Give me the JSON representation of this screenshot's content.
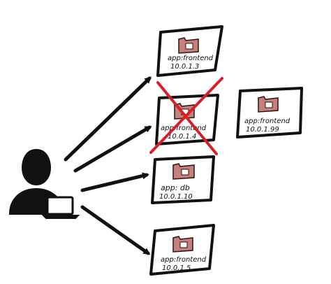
{
  "colors": {
    "ink": "#111111",
    "folder_fill": "#c77f7b",
    "folder_stroke": "#2b1414",
    "cross": "#d81f26",
    "background": "#ffffff"
  },
  "icons": {
    "user": "person-icon",
    "laptop": "laptop-icon",
    "server": "folder-icon"
  },
  "nodes": [
    {
      "label": "app:frontend",
      "ip": "10.0.1.3",
      "state": "ok"
    },
    {
      "label": "app:frontend",
      "ip": "10.0.1.4",
      "state": "failed"
    },
    {
      "label": "app:frontend",
      "ip": "10.0.1.99",
      "state": "replacement"
    },
    {
      "label": "app: db",
      "ip": "10.0.1.10",
      "state": "ok"
    },
    {
      "label": "app:frontend",
      "ip": "10.0.1.5",
      "state": "ok"
    }
  ]
}
